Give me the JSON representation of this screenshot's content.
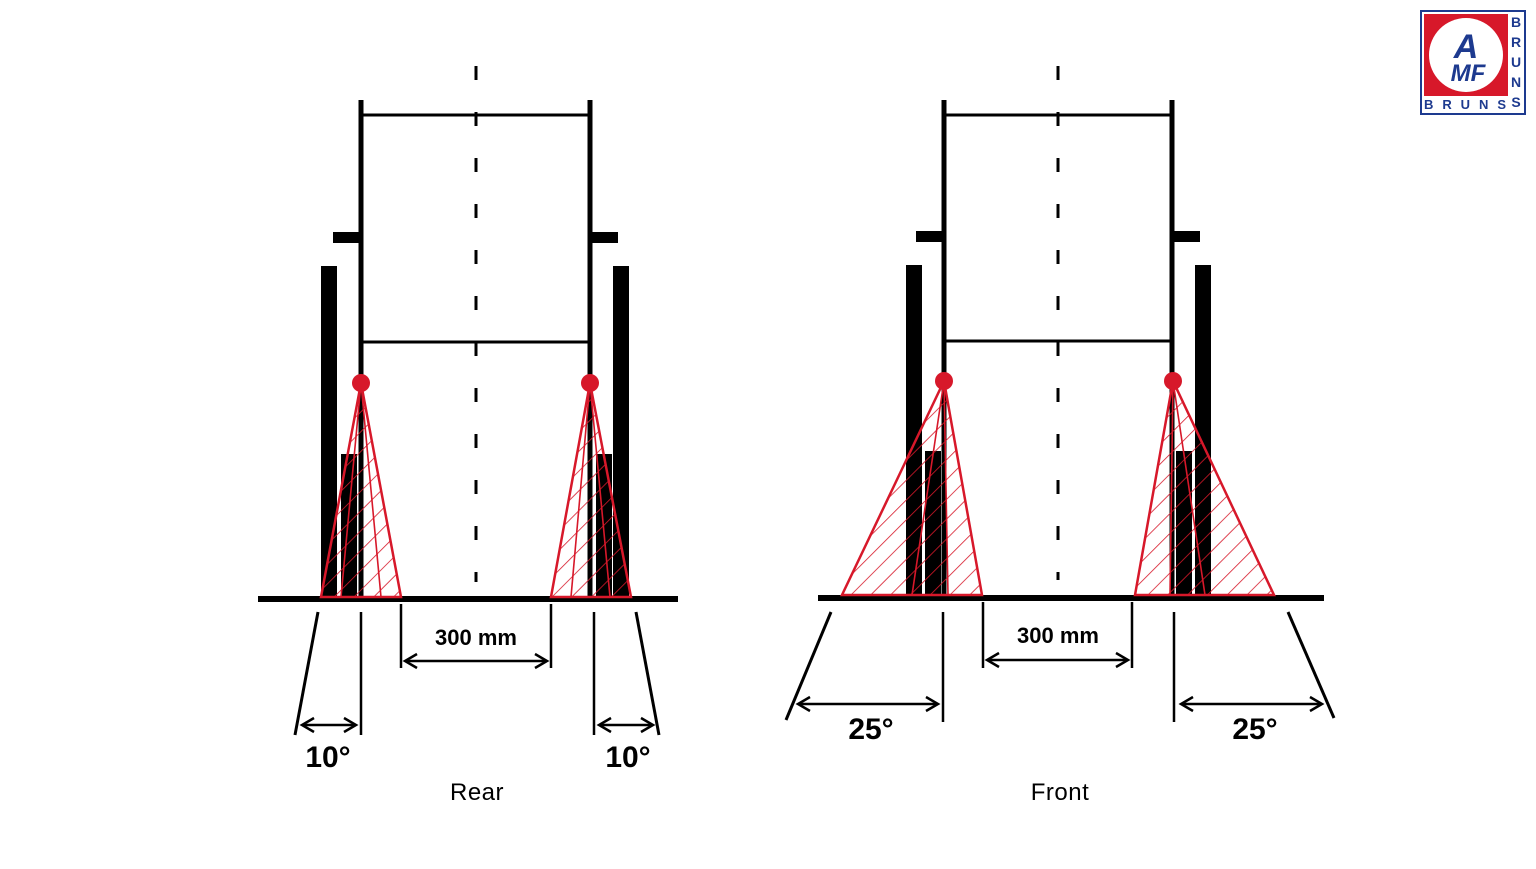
{
  "colors": {
    "ink": "#000000",
    "accent_red": "#d7182a",
    "logo_blue": "#1d3a8f",
    "background": "#ffffff"
  },
  "logo": {
    "initials_top": "A",
    "initials_bottom": "MF",
    "brand_vertical": [
      "B",
      "R",
      "U",
      "N",
      "S"
    ],
    "brand_horizontal": "BRUNS"
  },
  "rear": {
    "caption": "Rear",
    "gap_label": "300 mm",
    "left_angle": "10°",
    "right_angle": "10°"
  },
  "front": {
    "caption": "Front",
    "gap_label": "300 mm",
    "left_angle": "25°",
    "right_angle": "25°"
  }
}
